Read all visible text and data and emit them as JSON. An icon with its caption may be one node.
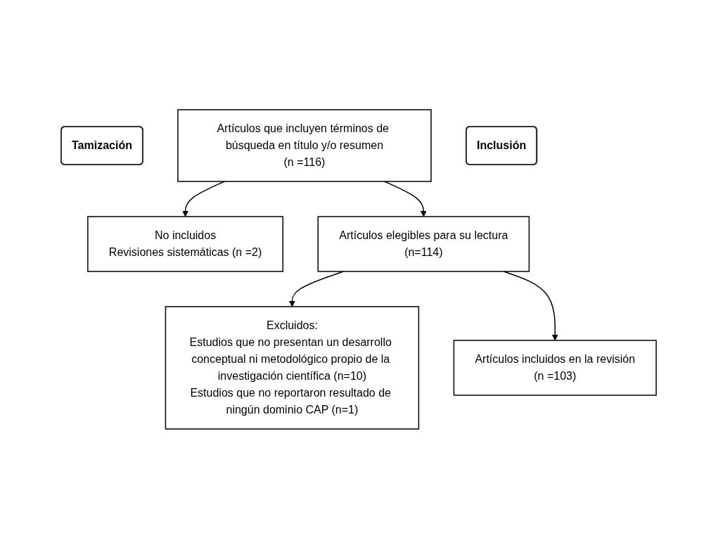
{
  "diagram": {
    "nodes": [
      {
        "text": [
          "Tamización"
        ]
      },
      {
        "text": [
          "Artículos que incluyen términos de búsqueda en título y/o resumen",
          "(n =116)"
        ]
      },
      {
        "text": [
          "No incluidos",
          "Revisiones sistemáticas (n =2)"
        ]
      },
      {
        "text": [
          "Artículos elegibles para su lectura",
          "(n=114)"
        ]
      },
      {
        "text": [
          "Excluidos:",
          "Estudios que no presentan un desarrollo conceptual ni metodológico propio de la investigación científica (n=10)",
          "Estudios que no reportaron resultado de ningún dominio CAP (n=1)"
        ]
      },
      {
        "text": [
          "Inclusión"
        ]
      },
      {
        "text": [
          "Artículos incluidos en la revisión",
          "(n =103)"
        ]
      }
    ],
    "edges": [
      {
        "from": 1,
        "to": 2,
        "arrow": "to"
      },
      {
        "from": 1,
        "to": 3,
        "arrow": "to"
      },
      {
        "from": 3,
        "to": 4,
        "arrow": "to"
      },
      {
        "from": 3,
        "to": 6,
        "arrow": "to"
      }
    ]
  }
}
